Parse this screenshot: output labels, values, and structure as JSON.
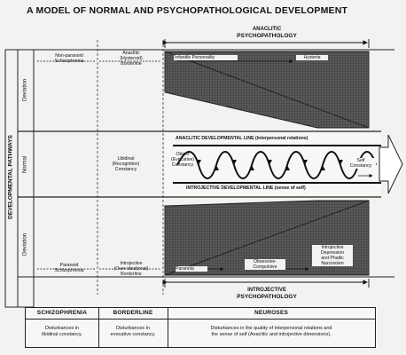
{
  "title": "A MODEL OF NORMAL AND PSYCHOPATHOLOGICAL DEVELOPMENT",
  "side": {
    "pathways_label": "DEVELOPMENTAL PATHWAYS",
    "deviation_top": "Deviation",
    "normal": "Normal",
    "deviation_bottom": "Deviation"
  },
  "top_bracket": {
    "line1": "ANACLITIC",
    "line2": "PSYCHOPATHOLOGY"
  },
  "bottom_bracket": {
    "line1": "INTROJECTIVE",
    "line2": "PSYCHOPATHOLOGY"
  },
  "left_labels": {
    "nonparanoid_1": "Non-paranoid",
    "nonparanoid_2": "Schizophrenia",
    "anaclitic_1": "Anaclitic",
    "anaclitic_2": "(Hysteroid)",
    "anaclitic_3": "Borderline",
    "libidinal_1": "Libidinal",
    "libidinal_2": "(Recognition)",
    "libidinal_3": "Constancy",
    "object_1": "Object",
    "object_2": "(Evocative)",
    "object_3": "Constancy",
    "paranoid_1": "Paranoid",
    "paranoid_2": "Schizophrenia",
    "introjective_1": "Introjective",
    "introjective_2": "(Over-ideational)",
    "introjective_3": "Borderline"
  },
  "inner_labels": {
    "infantile": "Infantile Personality",
    "hysteria": "Hysteria",
    "anaclitic_line": "ANACLITIC DEVELOPMENTAL LINE (interpersonal relations)",
    "introjective_line": "INTROJECTIVE DEVELOPMENTAL LINE (sense of self)",
    "self_1": "Self",
    "self_2": "Constancy",
    "paranoia": "Paranoia",
    "obsessive_1": "Obsessive-",
    "obsessive_2": "Compulsive",
    "introj_dep_1": "Introjective",
    "introj_dep_2": "Depression",
    "introj_dep_3": "and Phallic",
    "introj_dep_4": "Narcissism"
  },
  "table": {
    "h1": "SCHIZOPHRENIA",
    "h2": "BORDERLINE",
    "h3": "NEUROSES",
    "c1_1": "Disturbances in",
    "c1_2": "libidinal constancy.",
    "c2_1": "Disturbances in",
    "c2_2": "evocative constancy.",
    "c3_1": "Disturbances in the quality of interpersonal relations and",
    "c3_2": "the sense of self (Anaclitic and introjective dimensions)."
  }
}
